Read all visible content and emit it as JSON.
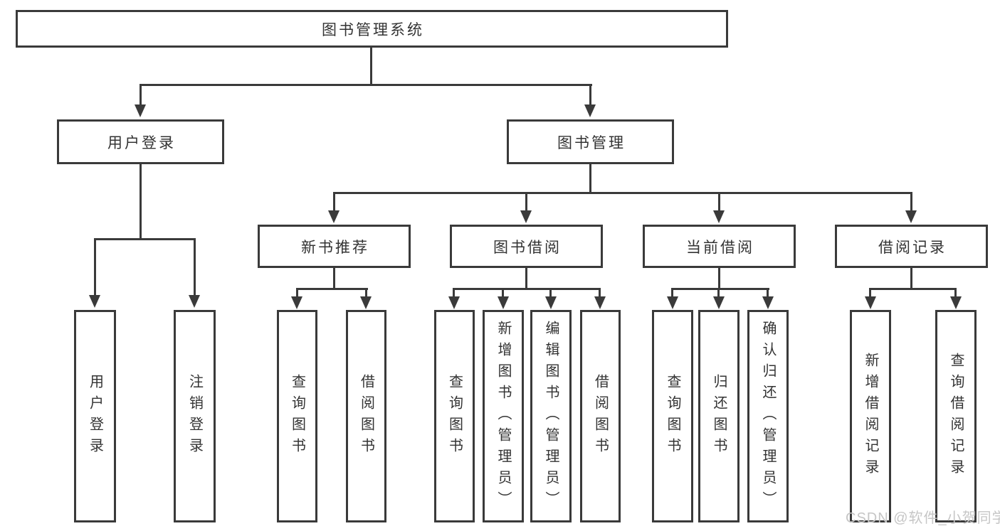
{
  "nodes": {
    "root": "图书管理系统",
    "user_login": "用户登录",
    "book_mgmt": "图书管理",
    "new_books": "新书推荐",
    "borrow": "图书借阅",
    "current": "当前借阅",
    "records": "借阅记录"
  },
  "leaves": {
    "user_login": [
      "用户登录",
      "注销登录"
    ],
    "new_books": [
      "查询图书",
      "借阅图书"
    ],
    "borrow": [
      "查询图书",
      "新增图书（管理员）",
      "编辑图书（管理员）",
      "借阅图书"
    ],
    "current": [
      "查询图书",
      "归还图书",
      "确认归还（管理员）"
    ],
    "records": [
      "新增借阅记录",
      "查询借阅记录"
    ]
  },
  "watermark": "CSDN @软件_小贺同学",
  "colors": {
    "line": "#3a3a3a",
    "text": "#333333",
    "background": "#ffffff",
    "watermark": "#c6c6c6"
  }
}
